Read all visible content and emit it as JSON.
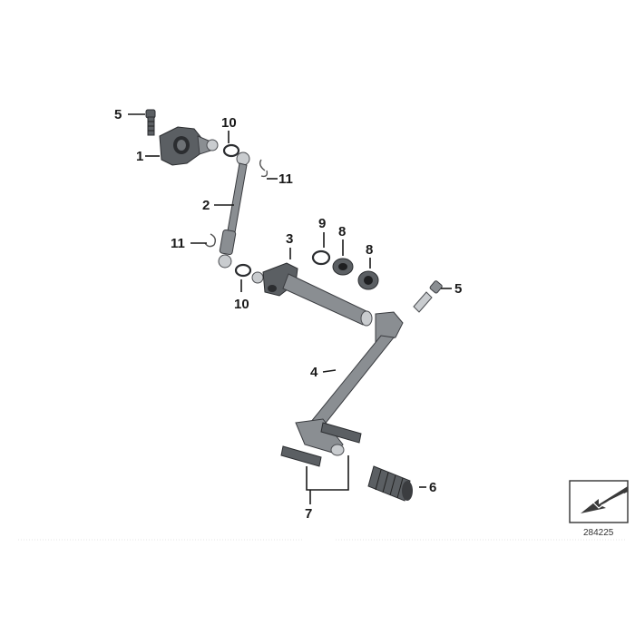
{
  "callouts": {
    "c1": "1",
    "c2": "2",
    "c3": "3",
    "c4": "4",
    "c5a": "5",
    "c5b": "5",
    "c6": "6",
    "c7": "7",
    "c8a": "8",
    "c8b": "8",
    "c9": "9",
    "c10a": "10",
    "c10b": "10",
    "c11a": "11",
    "c11b": "11"
  },
  "reference_number": "284225",
  "colors": {
    "part_dark": "#5b5f63",
    "part_mid": "#8a8e92",
    "part_light": "#c9cccf",
    "line": "#1a1a1a"
  },
  "icons": {
    "orientation": "arrow-pointing-bottom-left-icon"
  }
}
